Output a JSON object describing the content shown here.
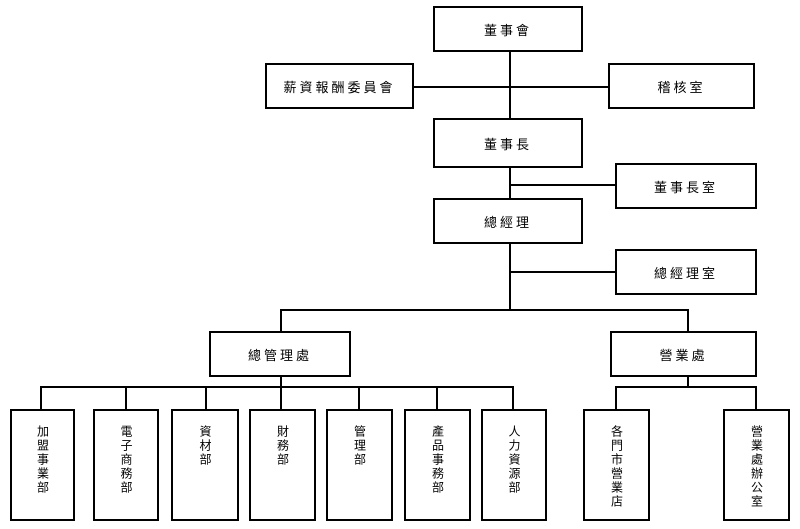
{
  "chart": {
    "board": "董事會",
    "remuneration_committee": "薪資報酬委員會",
    "audit_office": "稽核室",
    "chairman": "董事長",
    "chairman_office": "董事長室",
    "president": "總經理",
    "president_office": "總經理室",
    "general_management": "總管理處",
    "sales_division": "營業處",
    "departments": [
      "加盟事業部",
      "電子商務部",
      "資材部",
      "財務部",
      "管理部",
      "產品事務部",
      "人力資源部"
    ],
    "sales_units": [
      "各門市營業店",
      "營業處辦公室"
    ]
  }
}
